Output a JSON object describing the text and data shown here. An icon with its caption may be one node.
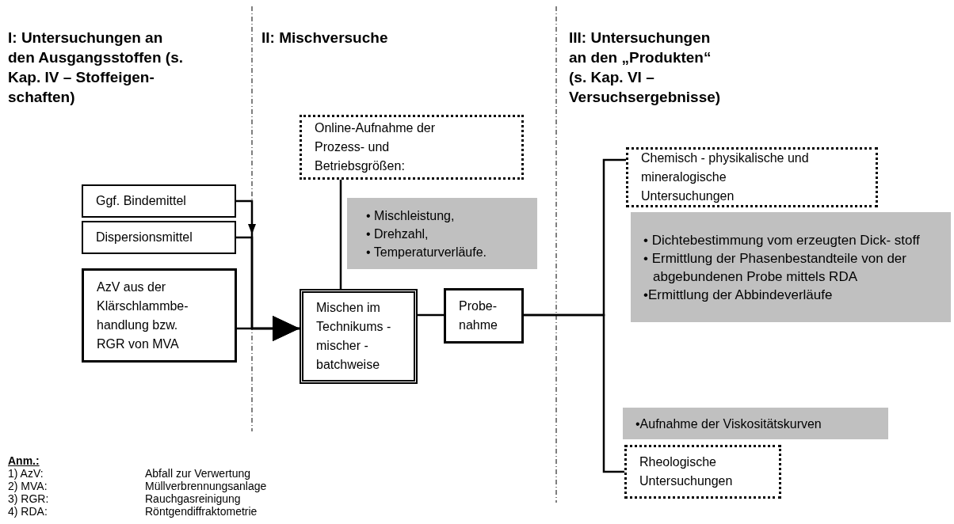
{
  "diagram": {
    "nodes": [
      {
        "text": [
          "Ggf. Bindemittel"
        ]
      },
      {
        "text": [
          "Dispersionsmittel"
        ]
      },
      {
        "text": [
          "AzV aus der Klärschlammbe- handlung bzw. RGR von MVA"
        ]
      },
      {
        "text": [
          "Online-Aufnahme der Prozess- und Betriebsgrößen:"
        ]
      },
      {
        "text": [
          "• Mischleistung,",
          "• Drehzahl,",
          "• Temperaturverläufe."
        ]
      },
      {
        "text": [
          "Mischen im Technikums -mischer - batchweise"
        ]
      },
      {
        "text": [
          "Probe- nahme"
        ]
      },
      {
        "text": [
          "Chemisch - physikalische und mineralogische Untersuchungen"
        ]
      },
      {
        "text": [
          "• Dichtebestimmung vom erzeugten Dick- stoff",
          "• Ermittlung der Phasenbestandteile von der abgebundenen Probe mittels RDA",
          "•Ermittlung der Abbindeverläufe"
        ]
      },
      {
        "text": [
          "•Aufnahme der Viskositätskurven"
        ]
      },
      {
        "text": [
          "Rheologische Untersuchungen"
        ]
      }
    ],
    "edges": [
      {
        "from": 0,
        "to": 5,
        "arrow": "to"
      },
      {
        "from": 1,
        "to": 5,
        "arrow": "to"
      },
      {
        "from": 2,
        "to": 5,
        "arrow": "to"
      },
      {
        "from": 3,
        "to": 5,
        "arrow": "none"
      },
      {
        "from": 5,
        "to": 6,
        "arrow": "none"
      },
      {
        "from": 6,
        "to": 7,
        "arrow": "none"
      },
      {
        "from": 6,
        "to": 10,
        "arrow": "none"
      }
    ],
    "labels": [
      "I: Untersuchungen an den Ausgangsstoffen (s. Kap. IV – Stoffeigen- schaften)",
      "II: Mischversuche",
      "III:  Untersuchungen an den „Produkten“ (s. Kap. VI – Versuchsergebnisse)",
      "Anm.:",
      "1) AzV:",
      "Abfall zur Verwertung",
      "2) MVA:",
      "Müllverbrennungsanlage",
      "3) RGR:",
      "Rauchgasreinigung",
      "4) RDA:",
      "Röntgendiffraktometrie"
    ]
  }
}
